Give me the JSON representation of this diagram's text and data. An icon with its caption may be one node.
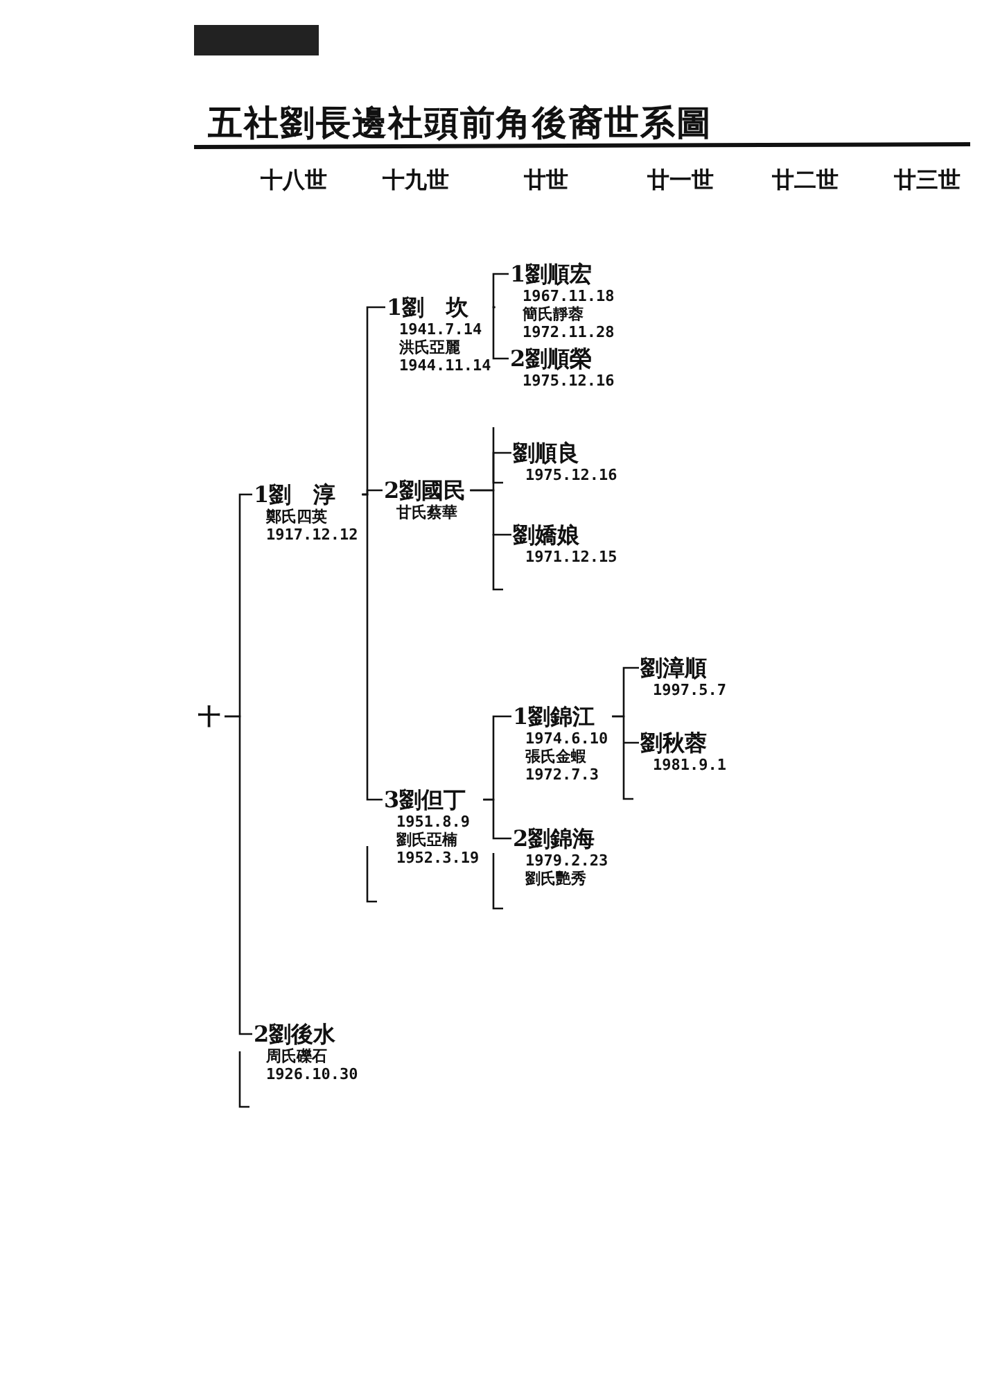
{
  "diagram": {
    "title": "五社劉長邊社頭前角後裔世系圖",
    "nodes": [
      {
        "text": [
          "十"
        ]
      },
      {
        "text": [
          "1劉　淳",
          "鄭氏四英",
          "1917.12.12"
        ]
      },
      {
        "text": [
          "2劉後水",
          "周氏礫石",
          "1926.10.30"
        ]
      },
      {
        "text": [
          "1劉　坎",
          "1941.7.14",
          "洪氏亞麗",
          "1944.11.14"
        ]
      },
      {
        "text": [
          "2劉國民",
          "甘氏蔡華"
        ]
      },
      {
        "text": [
          "3劉但丁",
          "1951.8.9",
          "劉氏亞楠",
          "1952.3.19"
        ]
      },
      {
        "text": [
          "1劉順宏",
          "1967.11.18",
          "簡氏靜蓉",
          "1972.11.28"
        ]
      },
      {
        "text": [
          "2劉順榮",
          "1975.12.16"
        ]
      },
      {
        "text": [
          "劉順良",
          "1975.12.16"
        ]
      },
      {
        "text": [
          "劉嬌娘",
          "1971.12.15"
        ]
      },
      {
        "text": [
          "1劉錦江",
          "1974.6.10",
          "張氏金蝦",
          "1972.7.3"
        ]
      },
      {
        "text": [
          "2劉錦海",
          "1979.2.23",
          "劉氏艷秀"
        ]
      },
      {
        "text": [
          "劉漳順",
          "1997.5.7"
        ]
      },
      {
        "text": [
          "劉秋蓉",
          "1981.9.1"
        ]
      }
    ],
    "edges": [
      {
        "from": 0,
        "to": 1,
        "arrow": "none"
      },
      {
        "from": 0,
        "to": 2,
        "arrow": "none"
      },
      {
        "from": 1,
        "to": 3,
        "arrow": "none"
      },
      {
        "from": 1,
        "to": 4,
        "arrow": "none"
      },
      {
        "from": 1,
        "to": 5,
        "arrow": "none"
      },
      {
        "from": 3,
        "to": 6,
        "arrow": "none"
      },
      {
        "from": 3,
        "to": 7,
        "arrow": "none"
      },
      {
        "from": 4,
        "to": 8,
        "arrow": "none"
      },
      {
        "from": 4,
        "to": 9,
        "arrow": "none"
      },
      {
        "from": 5,
        "to": 10,
        "arrow": "none"
      },
      {
        "from": 5,
        "to": 11,
        "arrow": "none"
      },
      {
        "from": 10,
        "to": 12,
        "arrow": "none"
      },
      {
        "from": 10,
        "to": 13,
        "arrow": "none"
      }
    ],
    "labels": [
      "十八世",
      "十九世",
      "廿世",
      "廿一世",
      "廿二世",
      "廿三世"
    ]
  }
}
